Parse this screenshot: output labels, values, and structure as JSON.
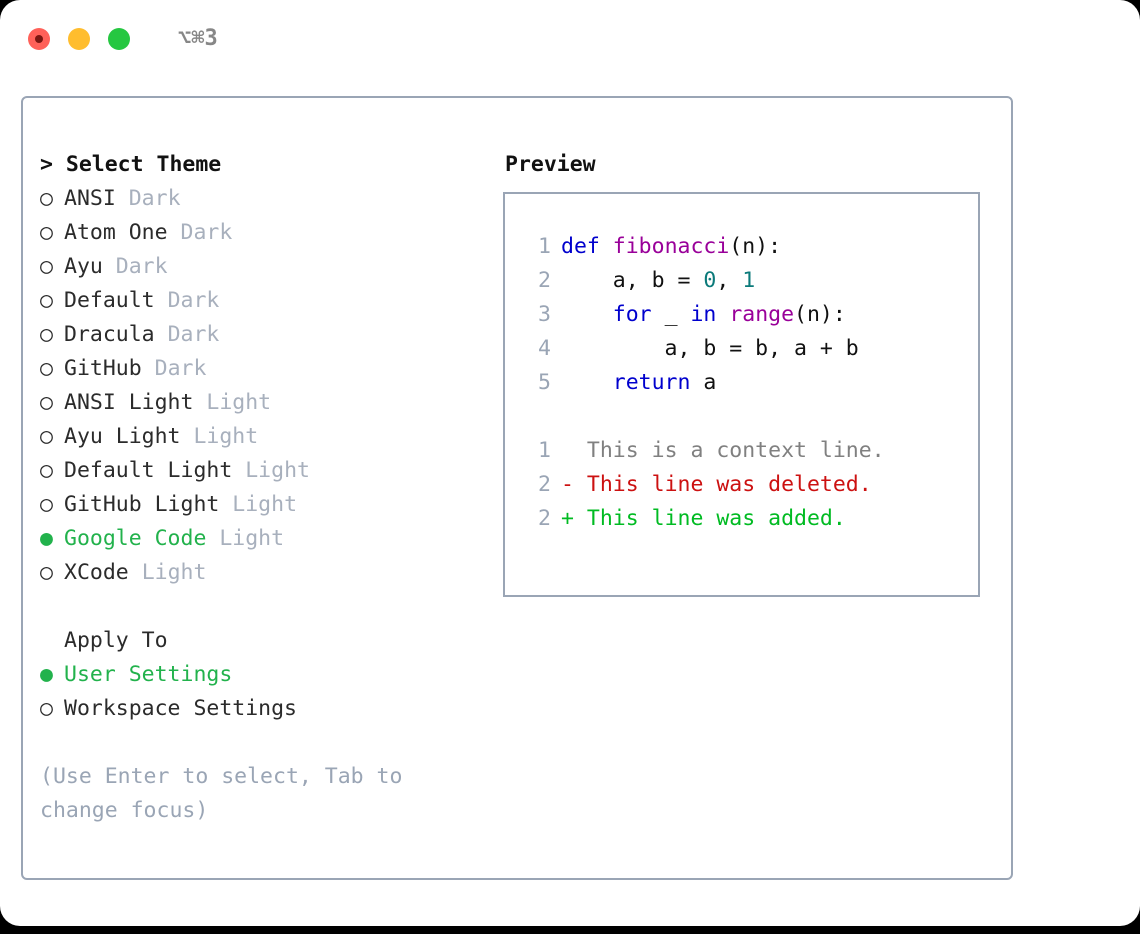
{
  "window": {
    "title": "⌥⌘3",
    "traffic_lights": [
      {
        "name": "close-button",
        "color": "#ff6159"
      },
      {
        "name": "minimize-button",
        "color": "#ffbd2e"
      },
      {
        "name": "maximize-button",
        "color": "#25c741"
      }
    ]
  },
  "theme_panel": {
    "heading": "> Select Theme",
    "selected_marker": "●",
    "unselected_marker": "○",
    "items": [
      {
        "name": "ANSI",
        "category": "Dark",
        "selected": false
      },
      {
        "name": "Atom One",
        "category": "Dark",
        "selected": false
      },
      {
        "name": "Ayu",
        "category": "Dark",
        "selected": false
      },
      {
        "name": "Default",
        "category": "Dark",
        "selected": false
      },
      {
        "name": "Dracula",
        "category": "Dark",
        "selected": false
      },
      {
        "name": "GitHub",
        "category": "Dark",
        "selected": false
      },
      {
        "name": "ANSI Light",
        "category": "Light",
        "selected": false
      },
      {
        "name": "Ayu Light",
        "category": "Light",
        "selected": false
      },
      {
        "name": "Default Light",
        "category": "Light",
        "selected": false
      },
      {
        "name": "GitHub Light",
        "category": "Light",
        "selected": false
      },
      {
        "name": "Google Code",
        "category": "Light",
        "selected": true
      },
      {
        "name": "XCode",
        "category": "Light",
        "selected": false
      }
    ]
  },
  "apply_to": {
    "heading": "Apply To",
    "options": [
      {
        "label": "User Settings",
        "selected": true
      },
      {
        "label": "Workspace Settings",
        "selected": false
      }
    ]
  },
  "hint": "(Use Enter to select, Tab to change focus)",
  "preview": {
    "label": "Preview",
    "code_lines": [
      {
        "num": "1",
        "tokens": [
          {
            "t": "def",
            "c": "kw"
          },
          {
            "t": " ",
            "c": "plain"
          },
          {
            "t": "fibonacci",
            "c": "fn"
          },
          {
            "t": "(n):",
            "c": "plain"
          }
        ]
      },
      {
        "num": "2",
        "tokens": [
          {
            "t": "    a, b = ",
            "c": "plain"
          },
          {
            "t": "0",
            "c": "num"
          },
          {
            "t": ", ",
            "c": "plain"
          },
          {
            "t": "1",
            "c": "num"
          }
        ]
      },
      {
        "num": "3",
        "tokens": [
          {
            "t": "    ",
            "c": "plain"
          },
          {
            "t": "for",
            "c": "kw"
          },
          {
            "t": " _ ",
            "c": "plain"
          },
          {
            "t": "in",
            "c": "kw"
          },
          {
            "t": " ",
            "c": "plain"
          },
          {
            "t": "range",
            "c": "fn"
          },
          {
            "t": "(n):",
            "c": "plain"
          }
        ]
      },
      {
        "num": "4",
        "tokens": [
          {
            "t": "        a, b = b, a + b",
            "c": "plain"
          }
        ]
      },
      {
        "num": "5",
        "tokens": [
          {
            "t": "    ",
            "c": "plain"
          },
          {
            "t": "return",
            "c": "kw"
          },
          {
            "t": " a",
            "c": "plain"
          }
        ]
      }
    ],
    "diff_lines": [
      {
        "num": "1",
        "sign": " ",
        "text": "This is a context line.",
        "cls": "ctx"
      },
      {
        "num": "2",
        "sign": "-",
        "text": "This line was deleted.",
        "cls": "del"
      },
      {
        "num": "2",
        "sign": "+",
        "text": "This line was added.",
        "cls": "add"
      }
    ]
  },
  "colors": {
    "accent_green": "#22b24c",
    "muted": "#a8b0bd",
    "border": "#9aa5b5",
    "keyword": "#0000cd",
    "function": "#990099",
    "number": "#0b7a7a",
    "diff_add": "#00bb22",
    "diff_del": "#cc1111"
  }
}
